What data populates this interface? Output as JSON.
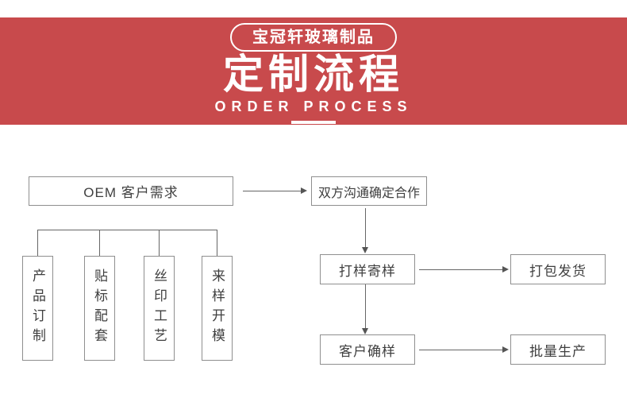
{
  "banner": {
    "badge": "宝冠轩玻璃制品",
    "title": "定制流程",
    "subtitle": "ORDER PROCESS",
    "bg_color": "#c84a4c",
    "text_color": "#ffffff"
  },
  "flow": {
    "oem": "OEM 客户需求",
    "cooperate": "双方沟通确定合作",
    "branches": [
      "产品订制",
      "贴标配套",
      "丝印工艺",
      "来样开模"
    ],
    "sample": "打样寄样",
    "ship": "打包发货",
    "confirm": "客户确样",
    "mass": "批量生产"
  },
  "colors": {
    "line": "#666666",
    "box_border": "#8f8f8f",
    "box_text": "#3f3f3f"
  }
}
